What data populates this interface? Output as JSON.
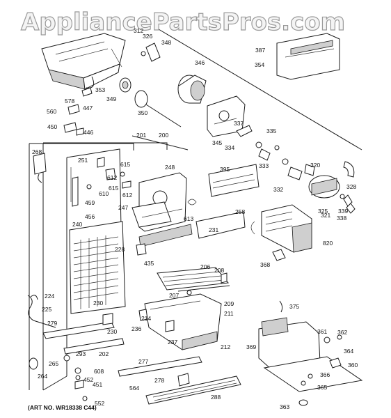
{
  "watermark": "AppliancePartsPros.com",
  "art_number": "(ART NO. WR18338 C44)",
  "part_labels": [
    "312",
    "326",
    "348",
    "387",
    "354",
    "346",
    "353",
    "349",
    "350",
    "578",
    "447",
    "560",
    "450",
    "446",
    "337",
    "335",
    "345",
    "334",
    "333",
    "201",
    "200",
    "268",
    "251",
    "615",
    "248",
    "395",
    "320",
    "328",
    "612",
    "610",
    "615",
    "612",
    "459",
    "247",
    "613",
    "258",
    "325",
    "321",
    "339",
    "338",
    "332",
    "456",
    "240",
    "231",
    "820",
    "228",
    "435",
    "368",
    "206",
    "208",
    "224",
    "207",
    "209",
    "225",
    "230",
    "211",
    "375",
    "279",
    "214",
    "236",
    "369",
    "361",
    "362",
    "230",
    "237",
    "212",
    "364",
    "202",
    "360",
    "265",
    "293",
    "277",
    "264",
    "608",
    "452",
    "451",
    "278",
    "366",
    "365",
    "564",
    "288",
    "552",
    "363"
  ]
}
